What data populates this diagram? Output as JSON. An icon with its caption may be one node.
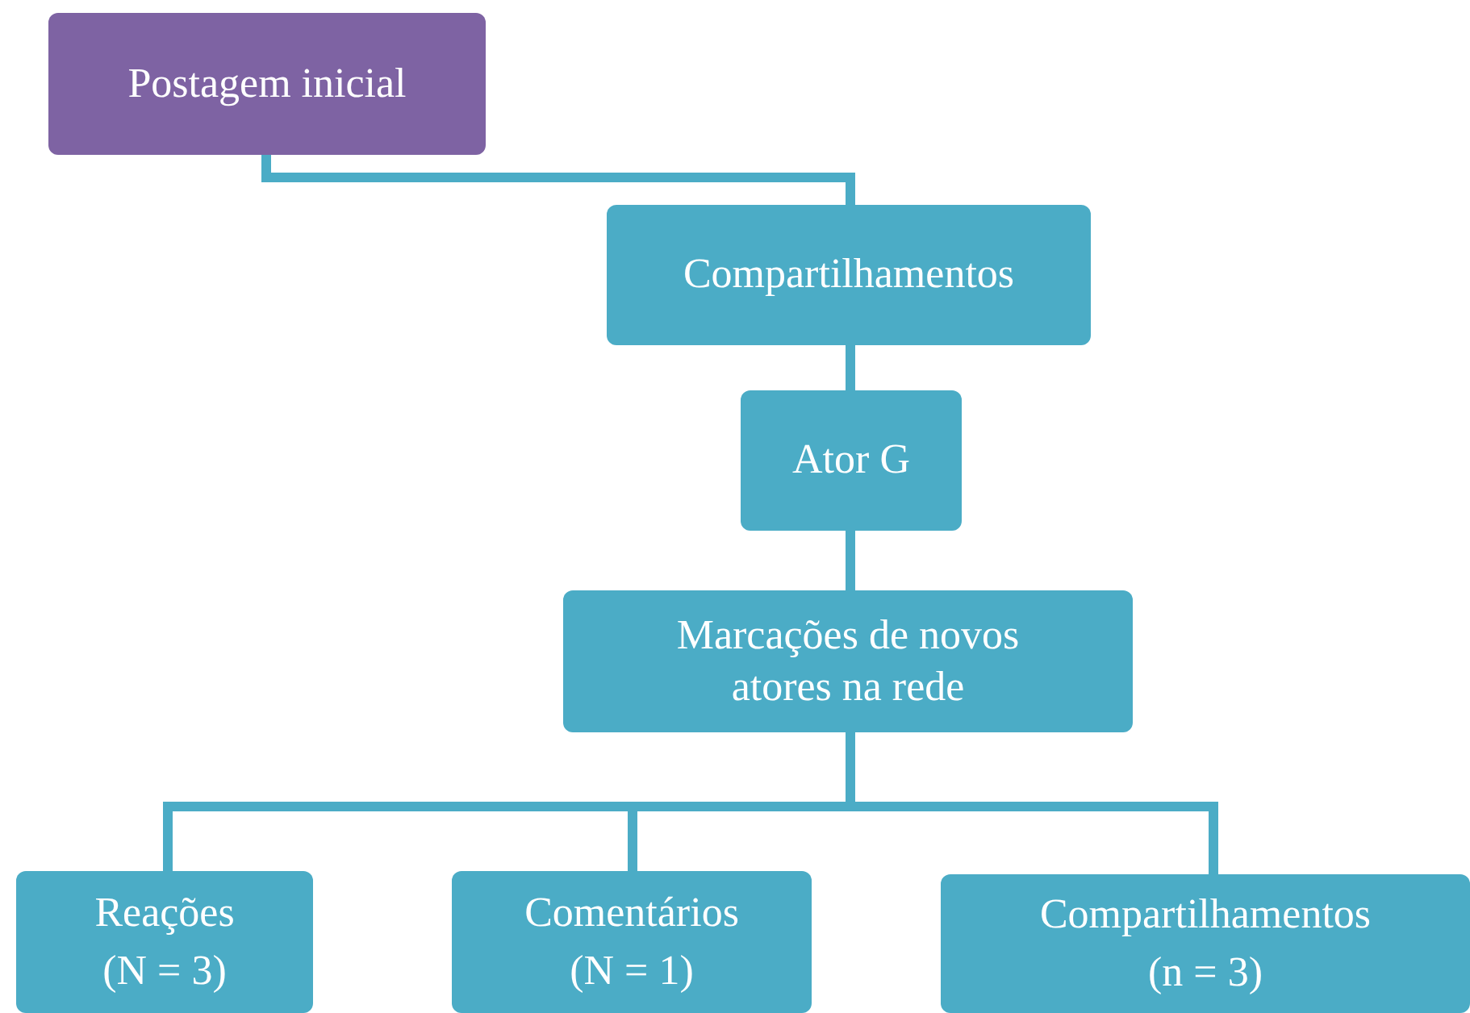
{
  "diagram": {
    "nodes": [
      {
        "text": [
          "Postagem inicial"
        ]
      },
      {
        "text": [
          "Compartilhamentos"
        ]
      },
      {
        "text": [
          "Ator G"
        ]
      },
      {
        "text": [
          "Marcações de novos atores na rede"
        ]
      },
      {
        "text": [
          "Reações",
          "(N = 3)"
        ]
      },
      {
        "text": [
          "Comentários",
          "(N = 1)"
        ]
      },
      {
        "text": [
          "Compartilhamentos",
          "(n = 3)"
        ]
      }
    ],
    "edges": [
      {
        "from": 0,
        "to": 1,
        "arrow": "none"
      },
      {
        "from": 1,
        "to": 2,
        "arrow": "none"
      },
      {
        "from": 2,
        "to": 3,
        "arrow": "none"
      },
      {
        "from": 3,
        "to": 4,
        "arrow": "none"
      },
      {
        "from": 3,
        "to": 5,
        "arrow": "none"
      },
      {
        "from": 3,
        "to": 6,
        "arrow": "none"
      }
    ]
  }
}
